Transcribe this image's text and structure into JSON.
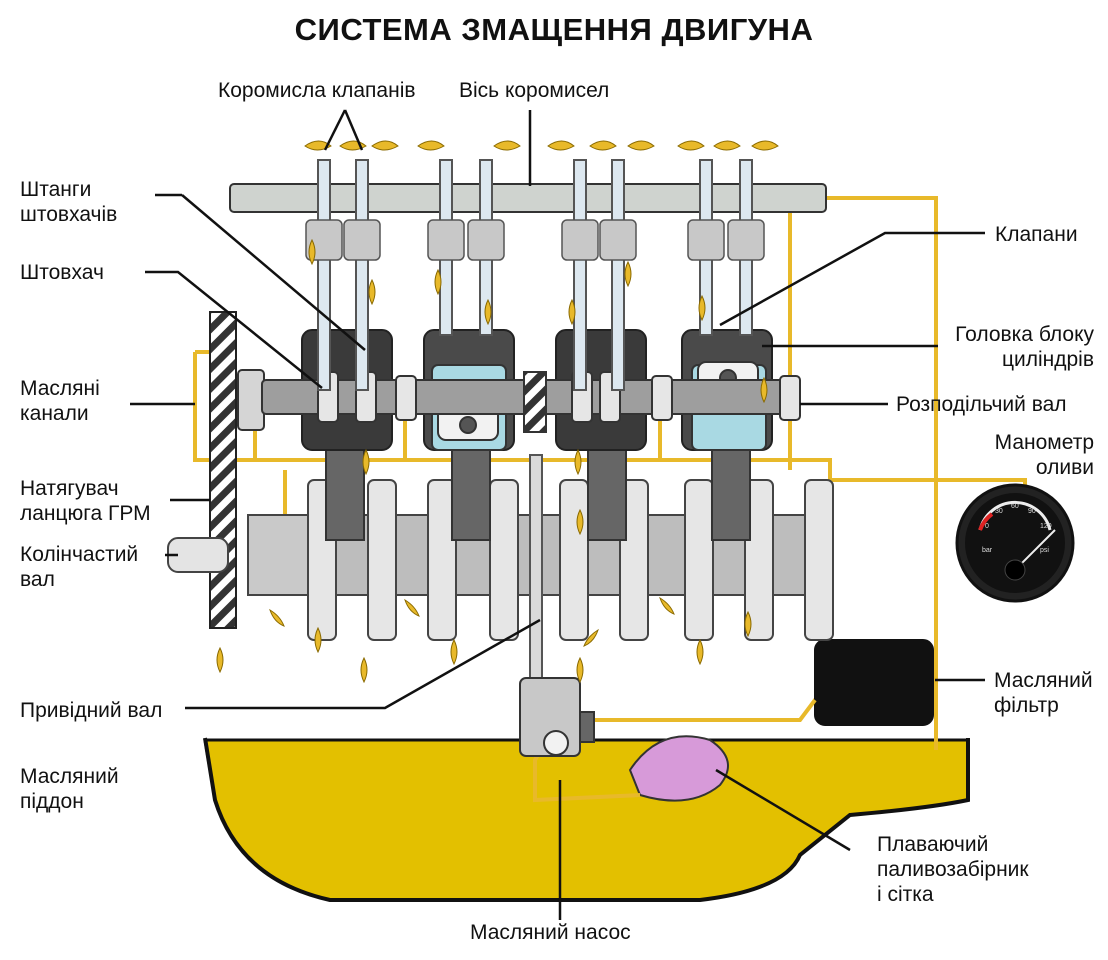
{
  "title": "СИСТЕМА ЗМАЩЕННЯ ДВИГУНА",
  "labels": {
    "rocker_arms": "Коромисла клапанів",
    "rocker_shaft": "Вісь коромисел",
    "pushrods_line1": "Штанги",
    "pushrods_line2": "штовхачів",
    "tappet": "Штовхач",
    "oil_channels_line1": "Масляні",
    "oil_channels_line2": "канали",
    "chain_tensioner_line1": "Натягувач",
    "chain_tensioner_line2": "ланцюга ГРМ",
    "crankshaft_line1": "Колінчастий",
    "crankshaft_line2": "вал",
    "drive_shaft": "Привідний вал",
    "oil_pan_line1": "Масляний",
    "oil_pan_line2": "піддон",
    "valves": "Клапани",
    "cylinder_head_line1": "Головка блоку",
    "cylinder_head_line2": "циліндрів",
    "camshaft": "Розподільчий вал",
    "oil_gauge_line1": "Манометр",
    "oil_gauge_line2": "оливи",
    "oil_filter_line1": "Масляний",
    "oil_filter_line2": "фільтр",
    "pickup_line1": "Плаваючий",
    "pickup_line2": "паливозабірник",
    "pickup_line3": "і сітка",
    "oil_pump": "Масляний насос"
  },
  "gauge": {
    "ticks": [
      "0",
      "30",
      "60",
      "90",
      "120"
    ],
    "left_label": "bar",
    "right_label": "psi"
  },
  "colors": {
    "oil": "#E8B92A",
    "oil_pan": "#E3C000",
    "block": "#3A3A3A",
    "metal_light": "#CCCCCC",
    "coolant": "#A9D9E3",
    "pickup": "#D79AD9",
    "gauge_face": "#111111"
  }
}
